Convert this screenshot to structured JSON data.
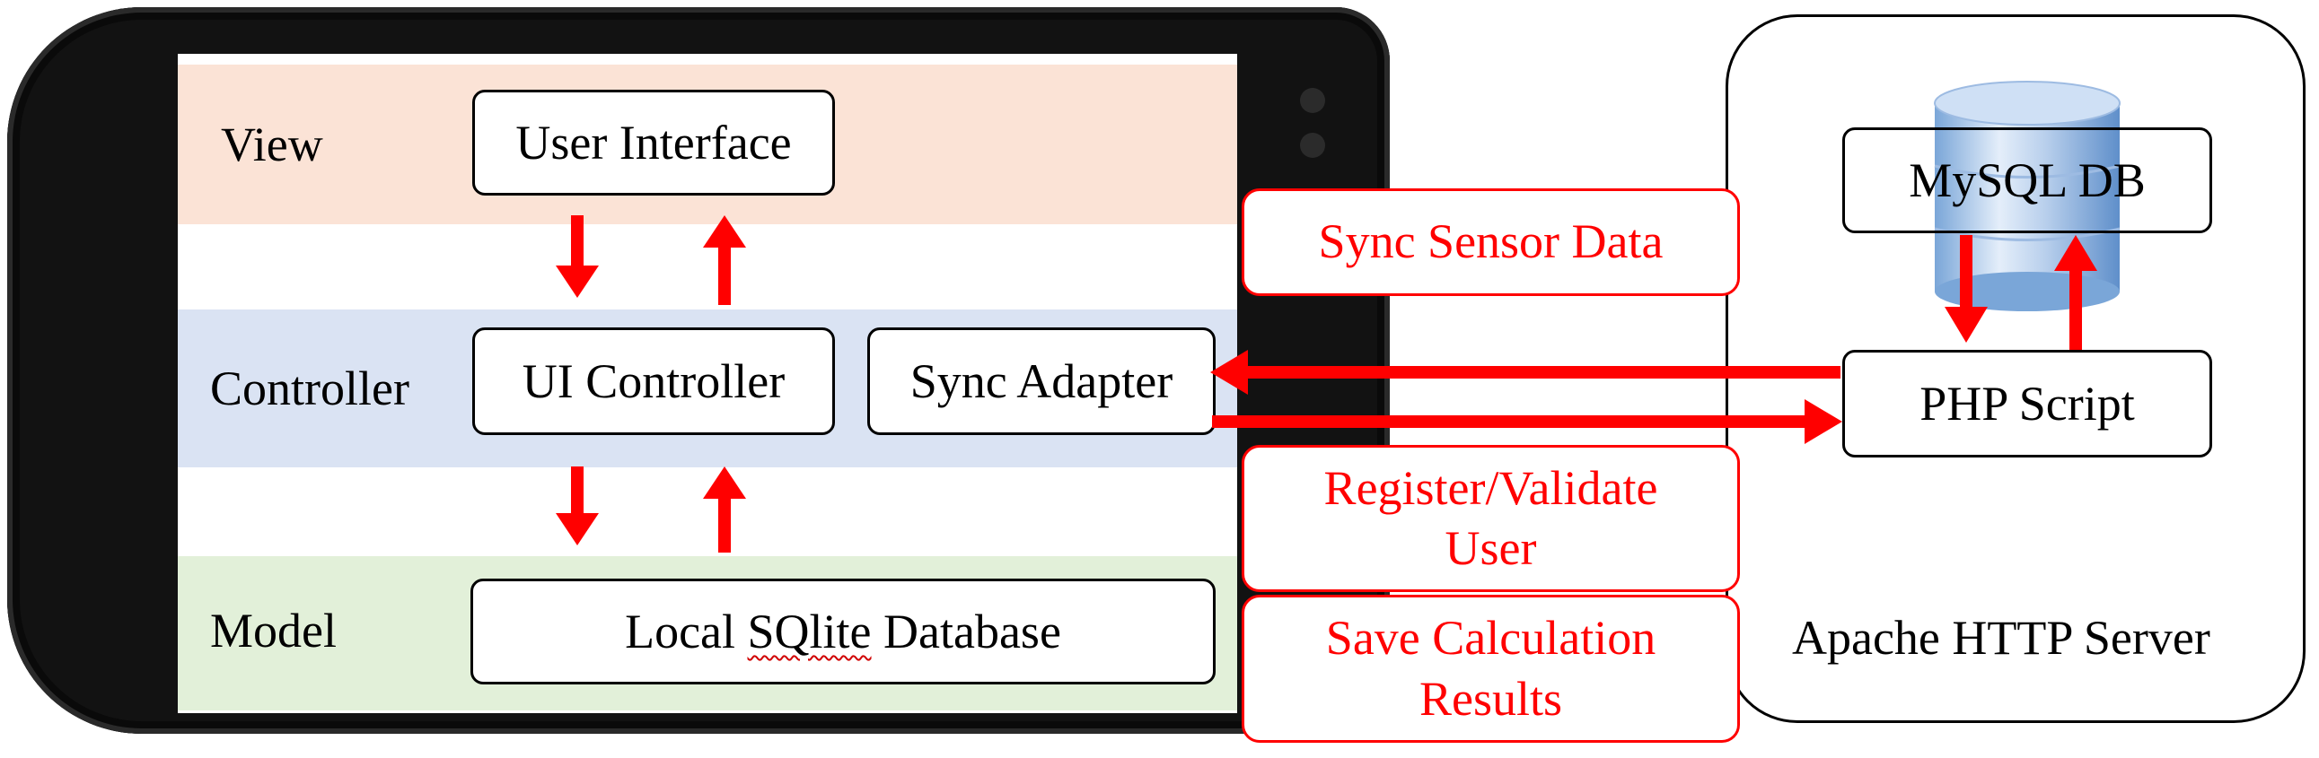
{
  "layers": {
    "view": "View",
    "controller": "Controller",
    "model": "Model"
  },
  "components": {
    "user_interface": "User Interface",
    "ui_controller": "UI Controller",
    "sync_adapter": "Sync Adapter",
    "local_db_prefix": "Local ",
    "local_db_underlined": "SQlite",
    "local_db_suffix": " Database"
  },
  "server": {
    "mysql": "MySQL DB",
    "php": "PHP Script",
    "label": "Apache HTTP Server"
  },
  "messages": {
    "sync_sensor": "Sync Sensor Data",
    "register_line1": "Register/Validate",
    "register_line2": "User",
    "save_line1": "Save Calculation",
    "save_line2": "Results"
  },
  "colors": {
    "arrow": "#ff0000",
    "view_band": "#fbe3d6",
    "controller_band": "#dae3f3",
    "model_band": "#e2f0d9"
  }
}
